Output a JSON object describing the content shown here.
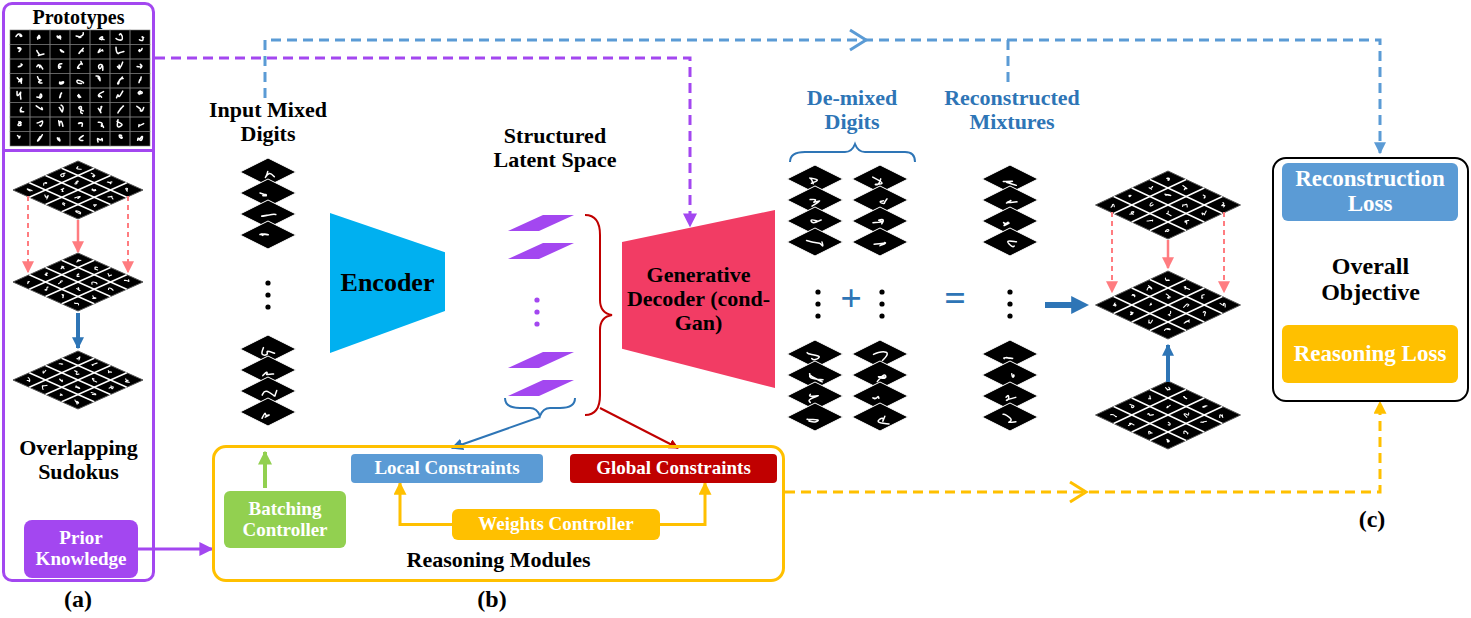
{
  "diagram": {
    "nodes": [
      {
        "text": [
          "Prototypes"
        ]
      },
      {
        "text": [
          "Overlapping Sudokus"
        ]
      },
      {
        "text": [
          "Prior Knowledge"
        ],
        "in": 1
      },
      {
        "text": [
          "Encoder"
        ]
      },
      {
        "text": [
          "Generative Decoder (cond-Gan)"
        ]
      },
      {
        "text": [
          "Reasoning Modules"
        ]
      },
      {
        "text": [
          "Local Constraints"
        ],
        "in": 5
      },
      {
        "text": [
          "Global Constraints"
        ],
        "in": 5
      },
      {
        "text": [
          "Batching Controller"
        ],
        "in": 5
      },
      {
        "text": [
          "Weights Controller"
        ],
        "in": 5
      },
      {
        "text": [
          "Overall Objective"
        ]
      },
      {
        "text": [
          "Reconstruction Loss"
        ],
        "in": 10
      },
      {
        "text": [
          "Reasoning Loss"
        ],
        "in": 10
      }
    ],
    "edges": [
      {
        "from": 0,
        "to": 4,
        "arrow": "to"
      },
      {
        "from": 2,
        "to": 5,
        "arrow": "to"
      },
      {
        "from": 9,
        "to": 6,
        "arrow": "to"
      },
      {
        "from": 9,
        "to": 7,
        "arrow": "to"
      },
      {
        "from": 5,
        "to": 10,
        "arrow": "to"
      }
    ],
    "labels": [
      "Input Mixed Digits",
      "Structured Latent Space",
      "De-mixed Digits",
      "Reconstructed Mixtures",
      "+",
      "=",
      "(a)",
      "(b)",
      "(c)"
    ]
  }
}
